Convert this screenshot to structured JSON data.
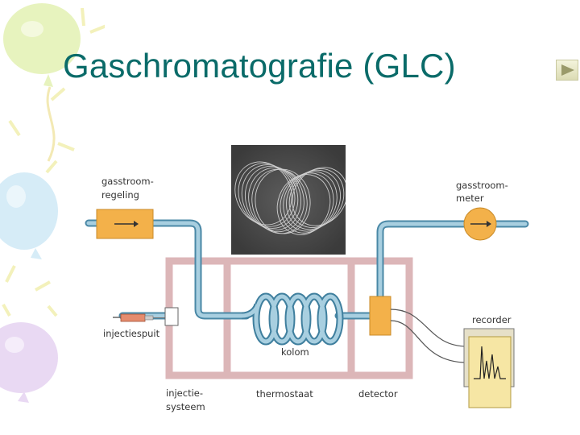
{
  "slide": {
    "title": "Gaschromatografie (GLC)",
    "next_icon": "play-triangle-icon"
  },
  "diagram": {
    "labels": {
      "flow_regulator_1": "gasstroom-",
      "flow_regulator_2": "regeling",
      "flow_meter_1": "gasstroom-",
      "flow_meter_2": "meter",
      "syringe": "injectiespuit",
      "injection_1": "injectie-",
      "injection_2": "systeem",
      "thermostat": "thermostaat",
      "detector": "detector",
      "column": "kolom",
      "recorder": "recorder"
    },
    "colors": {
      "tube": "#a8cfe0",
      "tube_edge": "#4a88a6",
      "box_orange": "#f3b14a",
      "oven": "#dcb6b8",
      "recorder_paper": "#f6e6a4"
    }
  }
}
